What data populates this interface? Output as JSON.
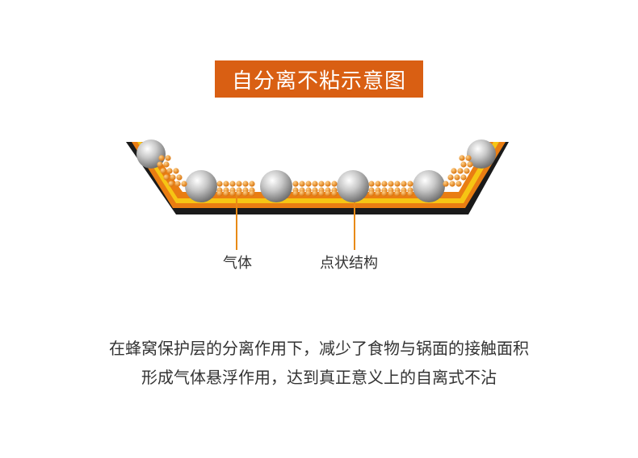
{
  "title": "自分离不粘示意图",
  "labels": {
    "gas": "气体",
    "dot_structure": "点状结构"
  },
  "description": {
    "line1": "在蜂窝保护层的分离作用下，减少了食物与锅面的接触面积",
    "line2": "形成气体悬浮作用，达到真正意义上的自离式不沾"
  },
  "colors": {
    "title_bg": "#d95f13",
    "pan_outer": "#1a1a1a",
    "pan_orange": "#e97d12",
    "pan_yellow": "#f6c514",
    "dots": "#e88a16",
    "callout_line": "#e88a16"
  }
}
